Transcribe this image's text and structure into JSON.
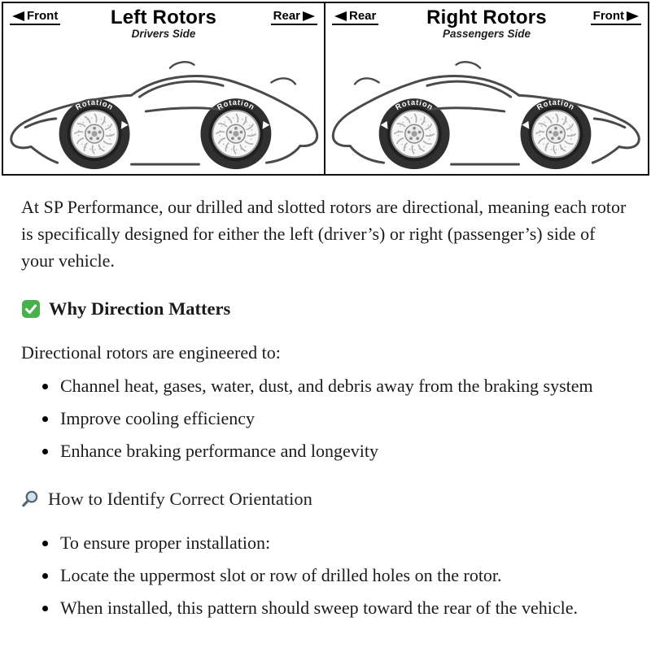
{
  "diagram": {
    "left_panel": {
      "front_label": "Front",
      "title": "Left Rotors",
      "subtitle": "Drivers Side",
      "rear_label": "Rear",
      "rotation_label": "Rotation"
    },
    "right_panel": {
      "rear_label": "Rear",
      "title": "Right Rotors",
      "subtitle": "Passengers Side",
      "front_label": "Front",
      "rotation_label": "Rotation"
    }
  },
  "content": {
    "intro": "At SP Performance, our drilled and slotted rotors are directional, meaning each rotor is specifically designed for either the left (driver’s) or right (passenger’s) side of your vehicle.",
    "why_direction": {
      "icon": "check-icon",
      "heading": "Why Direction Matters",
      "lead": "Directional rotors are engineered to:",
      "bullets": [
        "Channel heat, gases, water, dust, and debris away from the braking system",
        "Improve cooling efficiency",
        "Enhance braking performance and longevity"
      ]
    },
    "orientation": {
      "icon": "magnifier-icon",
      "heading": "How to Identify Correct Orientation",
      "bullets": [
        "To ensure proper installation:",
        "Locate the uppermost slot or row of drilled holes on the rotor.",
        "When installed, this pattern should sweep toward the rear of the vehicle."
      ]
    }
  }
}
